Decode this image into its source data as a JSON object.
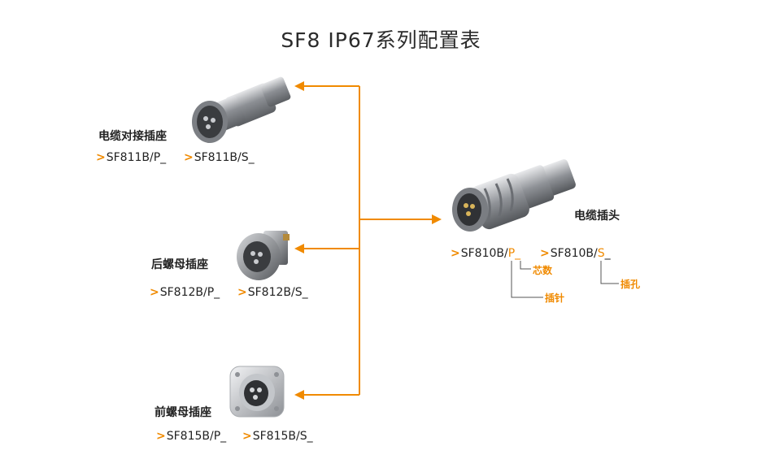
{
  "title": "SF8 IP67系列配置表",
  "colors": {
    "accent": "#f08a00",
    "text": "#222222",
    "metal": "#9a9ca0"
  },
  "products": {
    "cable_receptacle": {
      "label": "电缆对接插座",
      "pn_pin": "SF811B/P_",
      "pn_socket": "SF811B/S_"
    },
    "rear_nut_receptacle": {
      "label": "后螺母插座",
      "pn_pin": "SF812B/P_",
      "pn_socket": "SF812B/S_"
    },
    "front_nut_receptacle": {
      "label": "前螺母插座",
      "pn_pin": "SF815B/P_",
      "pn_socket": "SF815B/S_"
    },
    "cable_plug": {
      "label": "电缆插头",
      "pn_pin_base": "SF810B/",
      "pn_pin_code": "P",
      "pn_pin_suffix": "_",
      "pn_socket_base": "SF810B/",
      "pn_socket_code": "S",
      "pn_socket_suffix": "_"
    }
  },
  "legend": {
    "cores": "芯数",
    "pin": "插针",
    "socket": "插孔"
  },
  "arrow_marker": ">"
}
